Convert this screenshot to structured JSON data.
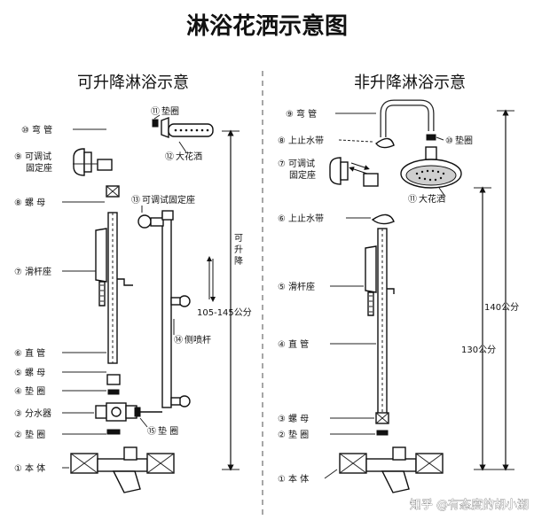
{
  "title": "淋浴花洒示意图",
  "watermark": "知乎 @有态度的胡小湖",
  "left": {
    "subtitle": "可升降淋浴示意",
    "labels": [
      {
        "num": "⑩",
        "text": "弯  管"
      },
      {
        "num": "⑨",
        "text": "可调试"
      },
      {
        "num": "",
        "text": "固定座"
      },
      {
        "num": "⑧",
        "text": "螺  母"
      },
      {
        "num": "⑦",
        "text": "滑杆座"
      },
      {
        "num": "⑥",
        "text": "直  管"
      },
      {
        "num": "⑤",
        "text": "螺  母"
      },
      {
        "num": "④",
        "text": "垫  圈"
      },
      {
        "num": "③",
        "text": "分水器"
      },
      {
        "num": "②",
        "text": "垫  圈"
      },
      {
        "num": "①",
        "text": "本  体"
      }
    ],
    "callouts": [
      {
        "num": "⑪",
        "text": "垫圈"
      },
      {
        "num": "⑫",
        "text": "大花洒"
      },
      {
        "num": "⑬",
        "text": "可调试固定座"
      },
      {
        "num": "⑭",
        "text": "侧喷杆"
      },
      {
        "num": "⑮",
        "text": "垫  圈"
      }
    ],
    "lift_label": [
      "可",
      "升",
      "降"
    ],
    "dimension": "105-145公分"
  },
  "right": {
    "subtitle": "非升降淋浴示意",
    "labels": [
      {
        "num": "⑨",
        "text": "弯  管"
      },
      {
        "num": "⑧",
        "text": "上止水带"
      },
      {
        "num": "⑦",
        "text": "可调试"
      },
      {
        "num": "",
        "text": "固定座"
      },
      {
        "num": "⑥",
        "text": "上止水带"
      },
      {
        "num": "⑤",
        "text": "滑杆座"
      },
      {
        "num": "④",
        "text": "直  管"
      },
      {
        "num": "③",
        "text": "螺  母"
      },
      {
        "num": "②",
        "text": "垫  圈"
      },
      {
        "num": "①",
        "text": "本  体"
      }
    ],
    "callouts": [
      {
        "num": "⑩",
        "text": "垫圈"
      },
      {
        "num": "⑪",
        "text": "大花洒"
      }
    ],
    "dimension_outer": "140公分",
    "dimension_inner": "130公分"
  }
}
